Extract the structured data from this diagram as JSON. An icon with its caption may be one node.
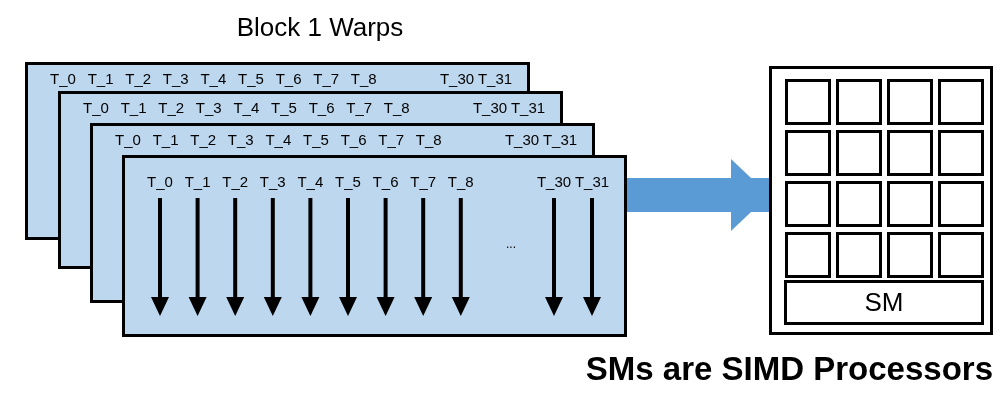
{
  "diagram": {
    "caption": "SMs are SIMD Processors",
    "nodes": [
      {
        "text": [
          "T_0",
          "T_1",
          "T_2",
          "T_3",
          "T_4",
          "T_5",
          "T_6",
          "T_7",
          "T_8",
          "T_30",
          "T_31"
        ]
      },
      {
        "text": [
          "T_0",
          "T_1",
          "T_2",
          "T_3",
          "T_4",
          "T_5",
          "T_6",
          "T_7",
          "T_8",
          "T_30",
          "T_31"
        ]
      },
      {
        "text": [
          "T_0",
          "T_1",
          "T_2",
          "T_3",
          "T_4",
          "T_5",
          "T_6",
          "T_7",
          "T_8",
          "T_30",
          "T_31"
        ]
      },
      {
        "text": [
          "T_0",
          "T_1",
          "T_2",
          "T_3",
          "T_4",
          "T_5",
          "T_6",
          "T_7",
          "T_8",
          "T_30",
          "T_31",
          "..."
        ]
      },
      {
        "text": [],
        "shape": "box"
      },
      {
        "text": [],
        "shape": "box",
        "in": 4
      },
      {
        "text": [],
        "shape": "box",
        "in": 4
      },
      {
        "text": [],
        "shape": "box",
        "in": 4
      },
      {
        "text": [],
        "shape": "box",
        "in": 4
      },
      {
        "text": [],
        "shape": "box",
        "in": 4
      },
      {
        "text": [],
        "shape": "box",
        "in": 4
      },
      {
        "text": [],
        "shape": "box",
        "in": 4
      },
      {
        "text": [],
        "shape": "box",
        "in": 4
      },
      {
        "text": [],
        "shape": "box",
        "in": 4
      },
      {
        "text": [],
        "shape": "box",
        "in": 4
      },
      {
        "text": [],
        "shape": "box",
        "in": 4
      },
      {
        "text": [],
        "shape": "box",
        "in": 4
      },
      {
        "text": [],
        "shape": "box",
        "in": 4
      },
      {
        "text": [],
        "shape": "box",
        "in": 4
      },
      {
        "text": [],
        "shape": "box",
        "in": 4
      },
      {
        "text": [],
        "shape": "box",
        "in": 4
      },
      {
        "text": [
          "SM"
        ],
        "in": 4
      }
    ],
    "edges": [
      {
        "from": 3,
        "to": 4,
        "arrow": "to",
        "color": "#5b9bd5"
      }
    ],
    "labels": [
      "Block 1 Warps"
    ]
  }
}
